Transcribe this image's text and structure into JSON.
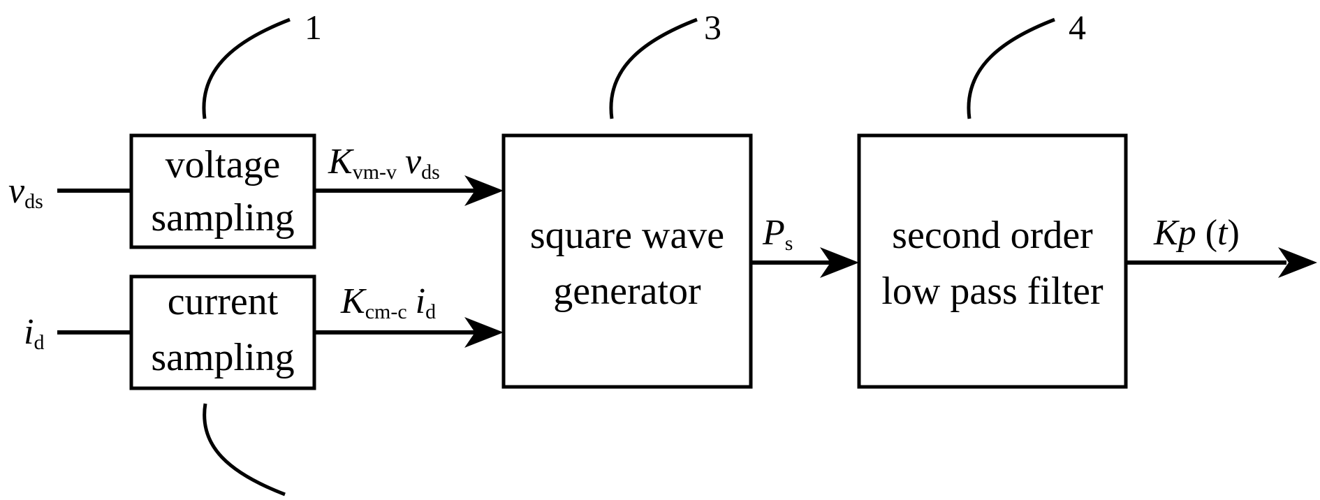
{
  "blocks": {
    "voltage_sampling": [
      "voltage",
      "sampling"
    ],
    "current_sampling": [
      "current",
      "sampling"
    ],
    "square_wave_generator": [
      "square wave",
      "generator"
    ],
    "low_pass_filter": [
      "second order",
      "low pass filter"
    ]
  },
  "signals": {
    "vds_input": {
      "main": "v",
      "sub": "ds"
    },
    "id_input": {
      "main": "i",
      "sub": "d"
    },
    "voltage_output": {
      "gain": "K",
      "gain_sub": "vm-v",
      "var": "v",
      "var_sub": "ds"
    },
    "current_output": {
      "gain": "K",
      "gain_sub": "cm-c",
      "var": "i",
      "var_sub": "d"
    },
    "ps": {
      "main": "P",
      "sub": "s"
    },
    "output": {
      "k": "K",
      "p": "p",
      "open": " (",
      "t": "t",
      "close": ")"
    }
  },
  "callouts": [
    "1",
    "3",
    "4"
  ]
}
